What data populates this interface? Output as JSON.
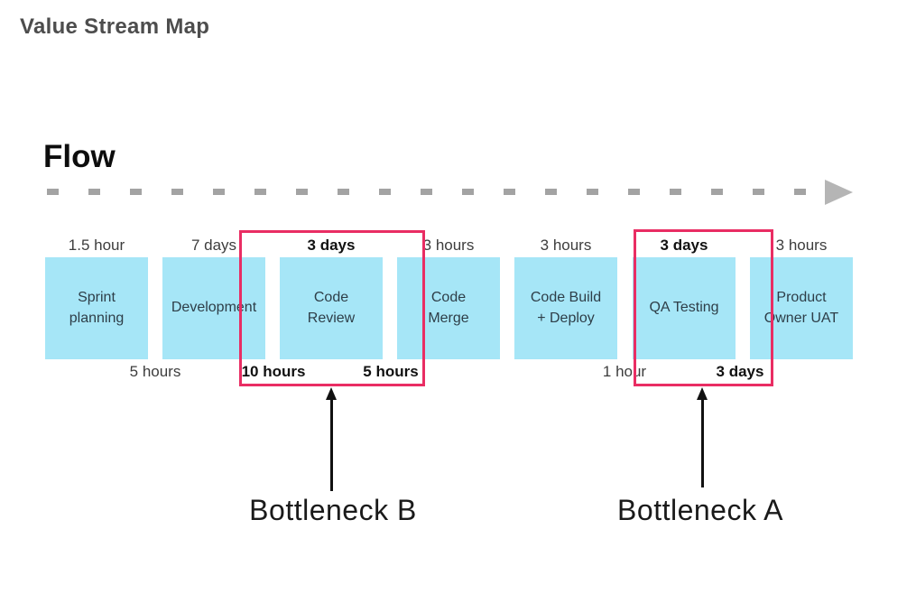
{
  "page": {
    "title": "Value Stream Map",
    "flow_heading": "Flow"
  },
  "colors": {
    "stage_box_fill": "#a6e6f7",
    "stage_text": "#2e3e48",
    "bottleneck_outline": "#e92d63",
    "flow_dash_gray": "#a3a3a3",
    "flow_arrowhead_gray": "#b5b5b5",
    "title_gray": "#4d4d4d",
    "annotation_black": "#111111"
  },
  "stages": [
    {
      "name": "Sprint\nplanning",
      "time_above": "1.5 hour"
    },
    {
      "name": "Development",
      "time_above": "7 days"
    },
    {
      "name": "Code\nReview",
      "time_above": "3 days"
    },
    {
      "name": "Code\nMerge",
      "time_above": "3 hours"
    },
    {
      "name": "Code Build\n+ Deploy",
      "time_above": "3 hours"
    },
    {
      "name": "QA Testing",
      "time_above": "3 days"
    },
    {
      "name": "Product\nOwner UAT",
      "time_above": "3 hours"
    }
  ],
  "wait_times_below": [
    {
      "label": "5 hours"
    },
    {
      "label": "10 hours"
    },
    {
      "label": "5 hours"
    },
    {
      "label": "1 hour"
    },
    {
      "label": "3 days"
    }
  ],
  "bottlenecks": {
    "b": {
      "label": "Bottleneck B"
    },
    "a": {
      "label": "Bottleneck A"
    }
  }
}
